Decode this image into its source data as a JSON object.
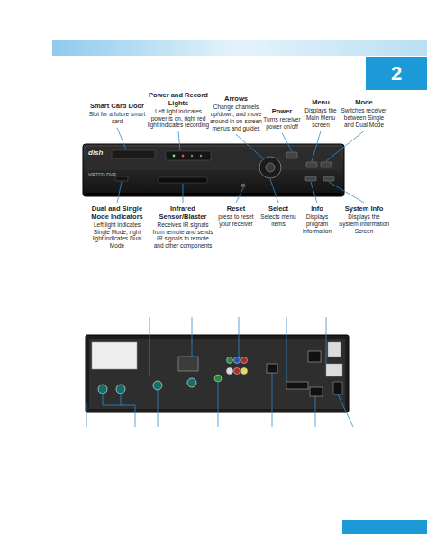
{
  "diagram": {
    "nodes": [
      {
        "text": [
          "2"
        ]
      }
    ],
    "labels": [
      "Smart Card Door",
      "Slot for a future smart card",
      "Power and Record Lights",
      "Left light indicates power is on, right red light indicates recording",
      "Arrows",
      "Change channels up/down, and move around in on-screen menus and guides",
      "Power",
      "Turns receiver power on/off",
      "Menu",
      "Displays the Main Menu screen",
      "Mode",
      "Switches receiver between Single and Dual Mode",
      "Dual and Single Mode Indicators",
      "Left light indicates Single Mode, right light indicates Dual Mode",
      "Infrared Sensor/Blaster",
      "Receives IR signals from remote and sends IR signals to remote and other components",
      "Reset",
      "press to reset your receiver",
      "Select",
      "Selects menu items",
      "Info",
      "Displays program information",
      "System Info",
      "Displays the System Information Screen",
      "dish",
      "VIP722k DVR"
    ]
  }
}
